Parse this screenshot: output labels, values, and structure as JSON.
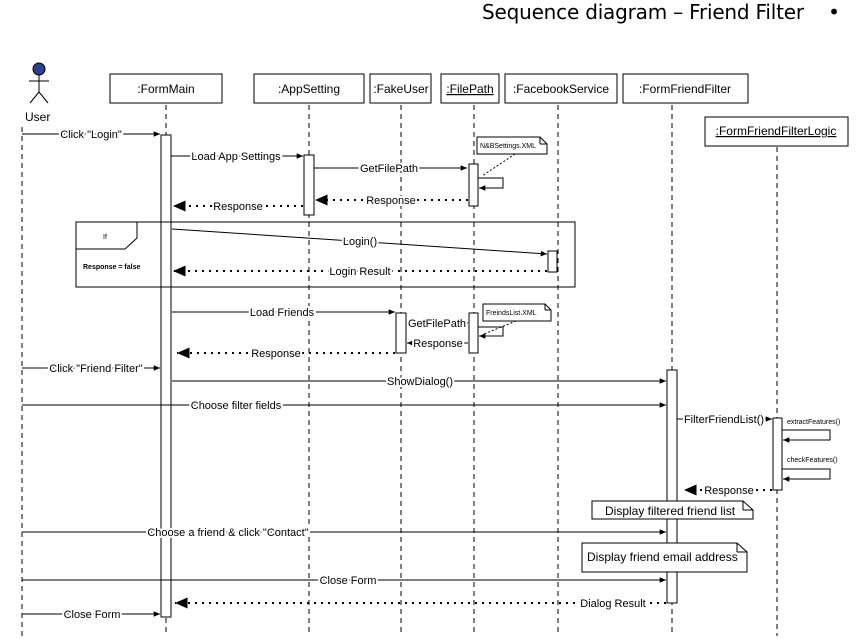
{
  "title": "Sequence diagram – Friend Filter",
  "bullet": "•",
  "actor": {
    "name": "User"
  },
  "participants": [
    {
      "id": "formmain",
      "label": ":FormMain",
      "underline": false
    },
    {
      "id": "appsetting",
      "label": ":AppSetting",
      "underline": false
    },
    {
      "id": "fakeuser",
      "label": ":FakeUser",
      "underline": false
    },
    {
      "id": "filepath",
      "label": ":FilePath",
      "underline": true
    },
    {
      "id": "facebookservice",
      "label": ":FacebookService",
      "underline": false
    },
    {
      "id": "formfriendfilter",
      "label": ":FormFriendFilter",
      "underline": false
    },
    {
      "id": "formfriendfilterlogic",
      "label": ":FormFriendFilterLogic",
      "underline": true
    }
  ],
  "fragment": {
    "operator": "If",
    "guard": "Response = false"
  },
  "messages": [
    {
      "id": "m1",
      "text": "Click \"Login\""
    },
    {
      "id": "m2",
      "text": "Load App Settings"
    },
    {
      "id": "m3",
      "text": "GetFilePath"
    },
    {
      "id": "m4",
      "text": "Response"
    },
    {
      "id": "m5",
      "text": "Response"
    },
    {
      "id": "m6",
      "text": "Login()"
    },
    {
      "id": "m7",
      "text": "Login Result"
    },
    {
      "id": "m8",
      "text": "Load Friends"
    },
    {
      "id": "m9",
      "text": "GetFilePath"
    },
    {
      "id": "m10",
      "text": "Response"
    },
    {
      "id": "m11",
      "text": "Response"
    },
    {
      "id": "m12",
      "text": "Click \"Friend Filter\""
    },
    {
      "id": "m13",
      "text": "ShowDialog()"
    },
    {
      "id": "m14",
      "text": "Choose filter fields"
    },
    {
      "id": "m15",
      "text": "FilterFriendList()"
    },
    {
      "id": "m16",
      "text": "extractFeatures()"
    },
    {
      "id": "m17",
      "text": "checkFeatures()"
    },
    {
      "id": "m18",
      "text": "Response"
    },
    {
      "id": "m19",
      "text": "Choose a friend & click \"Contact\""
    },
    {
      "id": "m20",
      "text": "Close Form"
    },
    {
      "id": "m21",
      "text": "Dialog Result"
    },
    {
      "id": "m22",
      "text": "Close Form"
    }
  ],
  "notes": [
    {
      "id": "n1",
      "text": "N&BSettings.XML"
    },
    {
      "id": "n2",
      "text": "FreindsList.XML"
    },
    {
      "id": "n3",
      "text": "Display filtered friend list"
    },
    {
      "id": "n4",
      "text": "Display friend email address"
    }
  ],
  "colors": {
    "actor_head": "#2e3f8f",
    "line": "#000000",
    "background": "#ffffff"
  }
}
